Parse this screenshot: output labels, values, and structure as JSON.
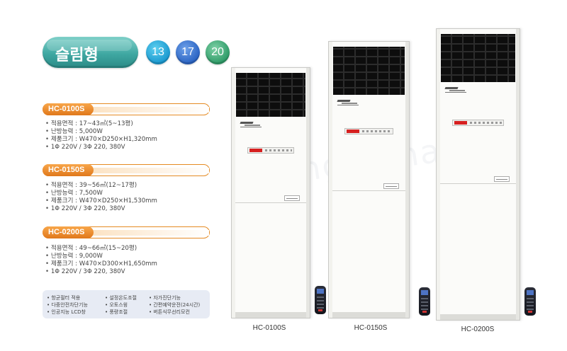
{
  "title": {
    "text": "슬림형",
    "badges": [
      "13",
      "17",
      "20"
    ],
    "badge_colors": [
      "#1a98cf",
      "#2a63c2",
      "#2e9a67"
    ]
  },
  "accent_color": "#e0781b",
  "models": [
    {
      "name": "HC-0100S",
      "specs": [
        "적용면적 : 17~43㎡(5~13평)",
        "난방능력 : 5,000W",
        "제품크기 : W470×D250×H1,320mm",
        "1Φ 220V / 3Φ 220, 380V"
      ]
    },
    {
      "name": "HC-0150S",
      "specs": [
        "적용면적 : 39~56㎡(12~17평)",
        "난방능력 : 7,500W",
        "제품크기 : W470×D250×H1,530mm",
        "1Φ 220V / 3Φ 220, 380V"
      ]
    },
    {
      "name": "HC-0200S",
      "specs": [
        "적용면적 : 49~66㎡(15~20평)",
        "난방능력 : 9,000W",
        "제품크기 : W470×D300×H1,650mm",
        "1Φ 220V / 3Φ 220, 380V"
      ]
    }
  ],
  "features": {
    "col1": [
      "항균필터 적용",
      "다중안전차단기능",
      "인공지능 LCD창"
    ],
    "col2": [
      "설정온도조절",
      "오토스윙",
      "풍량조절"
    ],
    "col3": [
      "자가진단기능",
      "간편예약운전(24시간)",
      "버튼식무선리모컨"
    ]
  },
  "captions": [
    "HC-0100S",
    "HC-0150S",
    "HC-0200S"
  ],
  "watermark": "bunggemara"
}
